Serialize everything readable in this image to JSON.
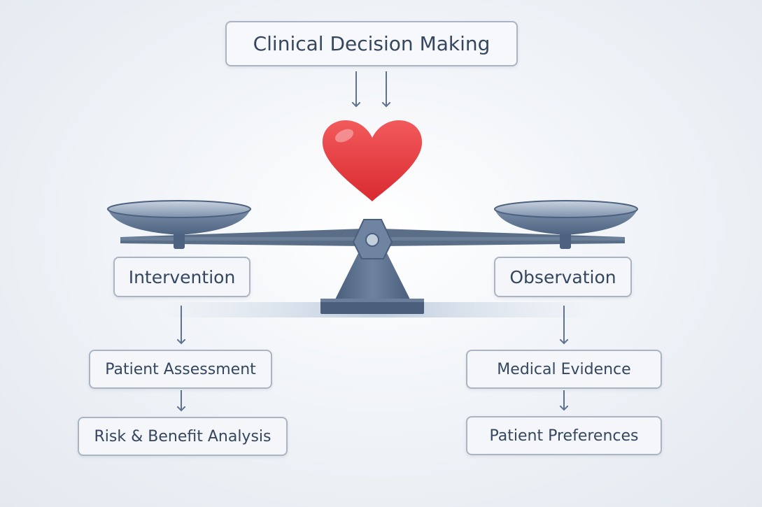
{
  "diagram": {
    "title": "Clinical Decision Making",
    "left_option": "Intervention",
    "right_option": "Observation",
    "left_steps": [
      "Patient Assessment",
      "Risk & Benefit Analysis"
    ],
    "right_steps": [
      "Medical Evidence",
      "Patient Preferences"
    ]
  },
  "colors": {
    "heart": "#e8363a",
    "scale_metal": "#5a6e88",
    "box_border": "#aab4c2",
    "text": "#34475f",
    "arrow": "#5d7390"
  },
  "icons": {
    "heart": "heart-icon",
    "balance": "balance-scale-icon"
  }
}
